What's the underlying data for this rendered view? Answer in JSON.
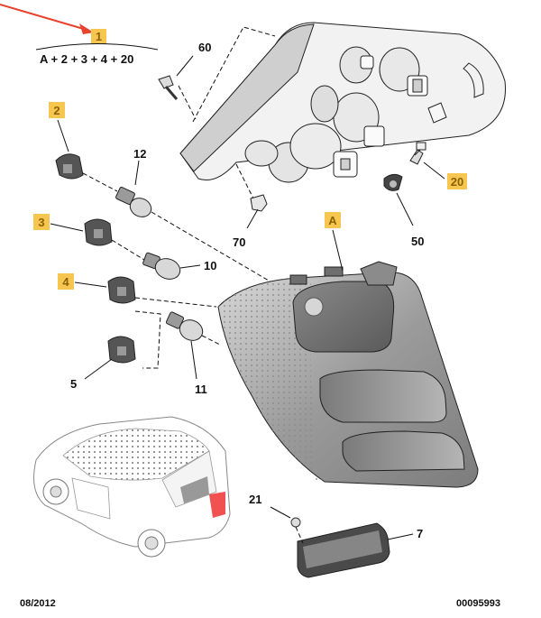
{
  "header": {
    "callout_number": "1",
    "formula": "A + 2 + 3 + 4 + 20"
  },
  "labels": {
    "a": "A",
    "p2": "2",
    "p3": "3",
    "p4": "4",
    "p5": "5",
    "p7": "7",
    "p10": "10",
    "p11": "11",
    "p12": "12",
    "p20": "20",
    "p21": "21",
    "p50": "50",
    "p60": "60",
    "p70": "70"
  },
  "footer": {
    "date": "08/2012",
    "reference": "00095993"
  },
  "colors": {
    "callout_fill": "#f6c651",
    "arrow": "#e8412c"
  }
}
